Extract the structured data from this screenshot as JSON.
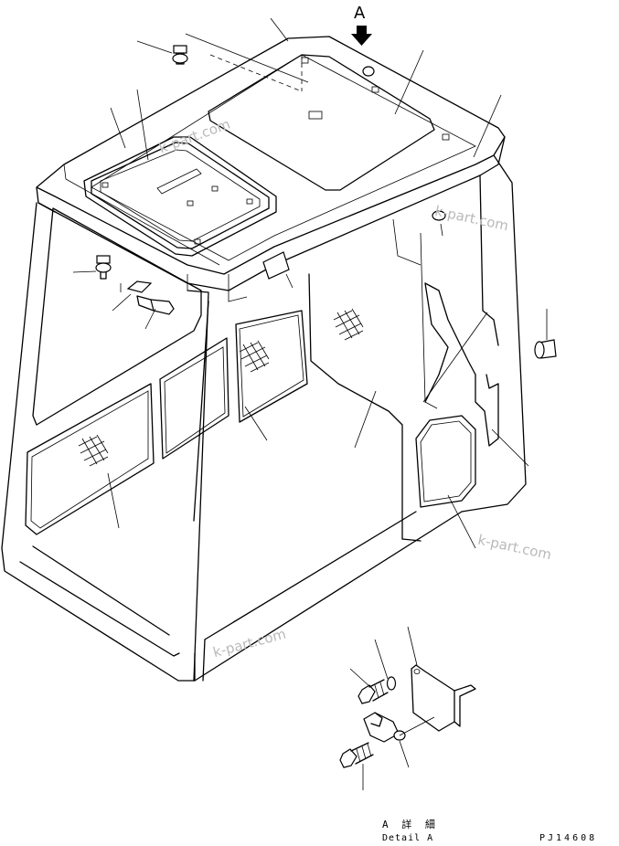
{
  "view_marker": {
    "letter": "A"
  },
  "detail": {
    "title_jp": "A 詳 細",
    "title_en": "Detail A"
  },
  "drawing_code": "PJ14608",
  "watermarks": [
    "k-part.com",
    "k-part.com",
    "k-part.com",
    "k-part.com"
  ]
}
